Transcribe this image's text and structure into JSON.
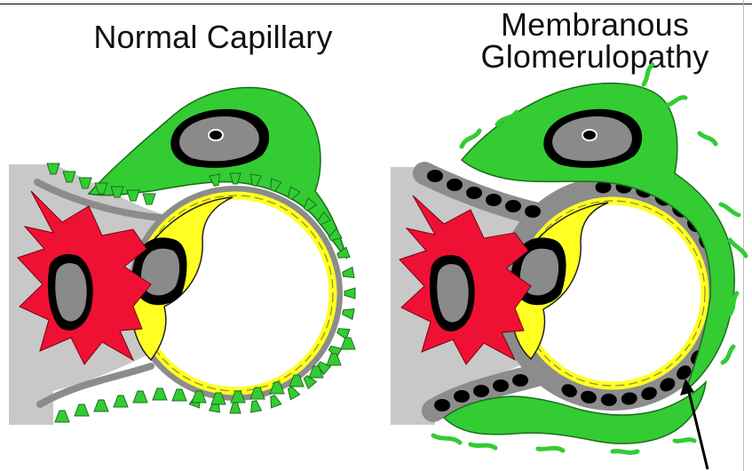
{
  "panels": [
    {
      "title": "Normal Capillary"
    },
    {
      "title_line1": "Membranous",
      "title_line2": "Glomerulopathy"
    }
  ],
  "colors": {
    "podocyte": "#33cc33",
    "mesangial_cell": "#ee1133",
    "endothelial_cell": "#ffff22",
    "basement_membrane": "#8c8c8c",
    "mesangium": "#c8c8c8",
    "nucleus": "#8a8a8a",
    "deposit": "#000000"
  }
}
